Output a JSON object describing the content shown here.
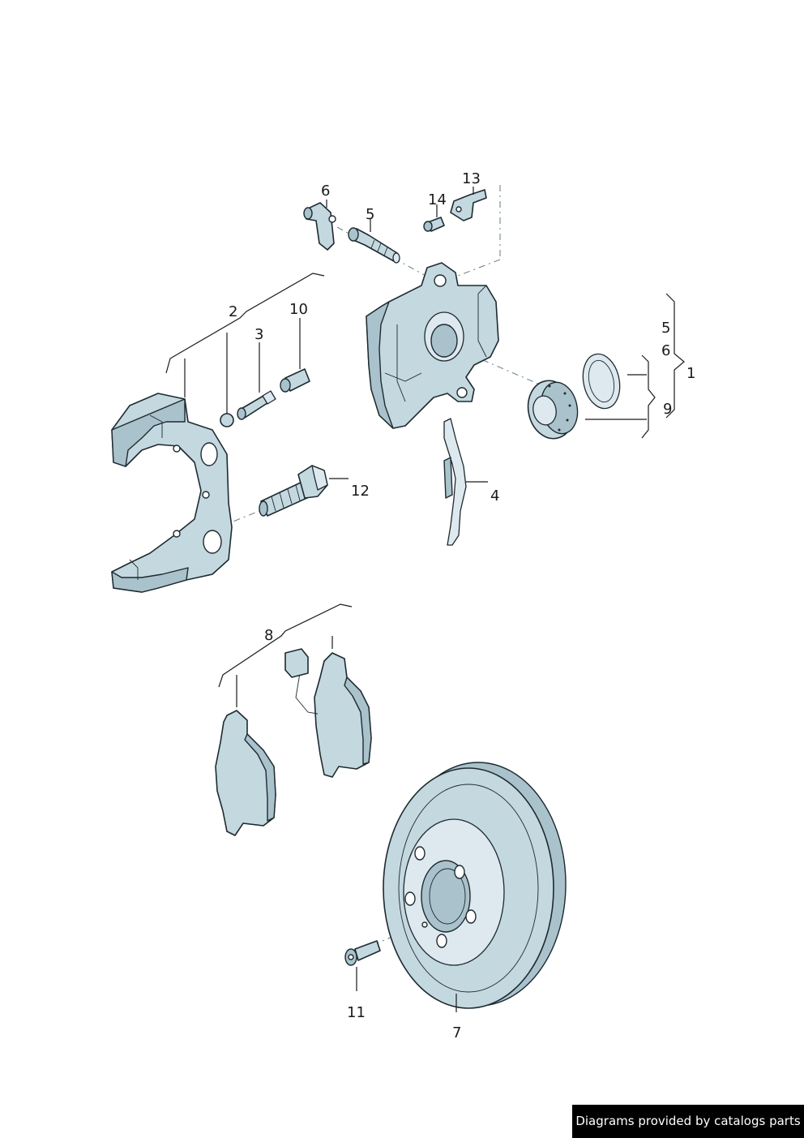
{
  "callouts": {
    "c1": "1",
    "c2": "2",
    "c3": "3",
    "c4": "4",
    "c5_top": "5",
    "c5_right": "5",
    "c6_top": "6",
    "c6_right": "6",
    "c7": "7",
    "c8": "8",
    "c9": "9",
    "c10": "10",
    "c11": "11",
    "c12": "12",
    "c13": "13",
    "c14": "14"
  },
  "watermark": "Diagrams provided by catalogs parts",
  "colors": {
    "part_fill": "#c4d8e0",
    "outline": "#1e2a30",
    "centerline": "#6f8794",
    "watermark_bg": "#000000",
    "watermark_text": "#ffffff"
  }
}
